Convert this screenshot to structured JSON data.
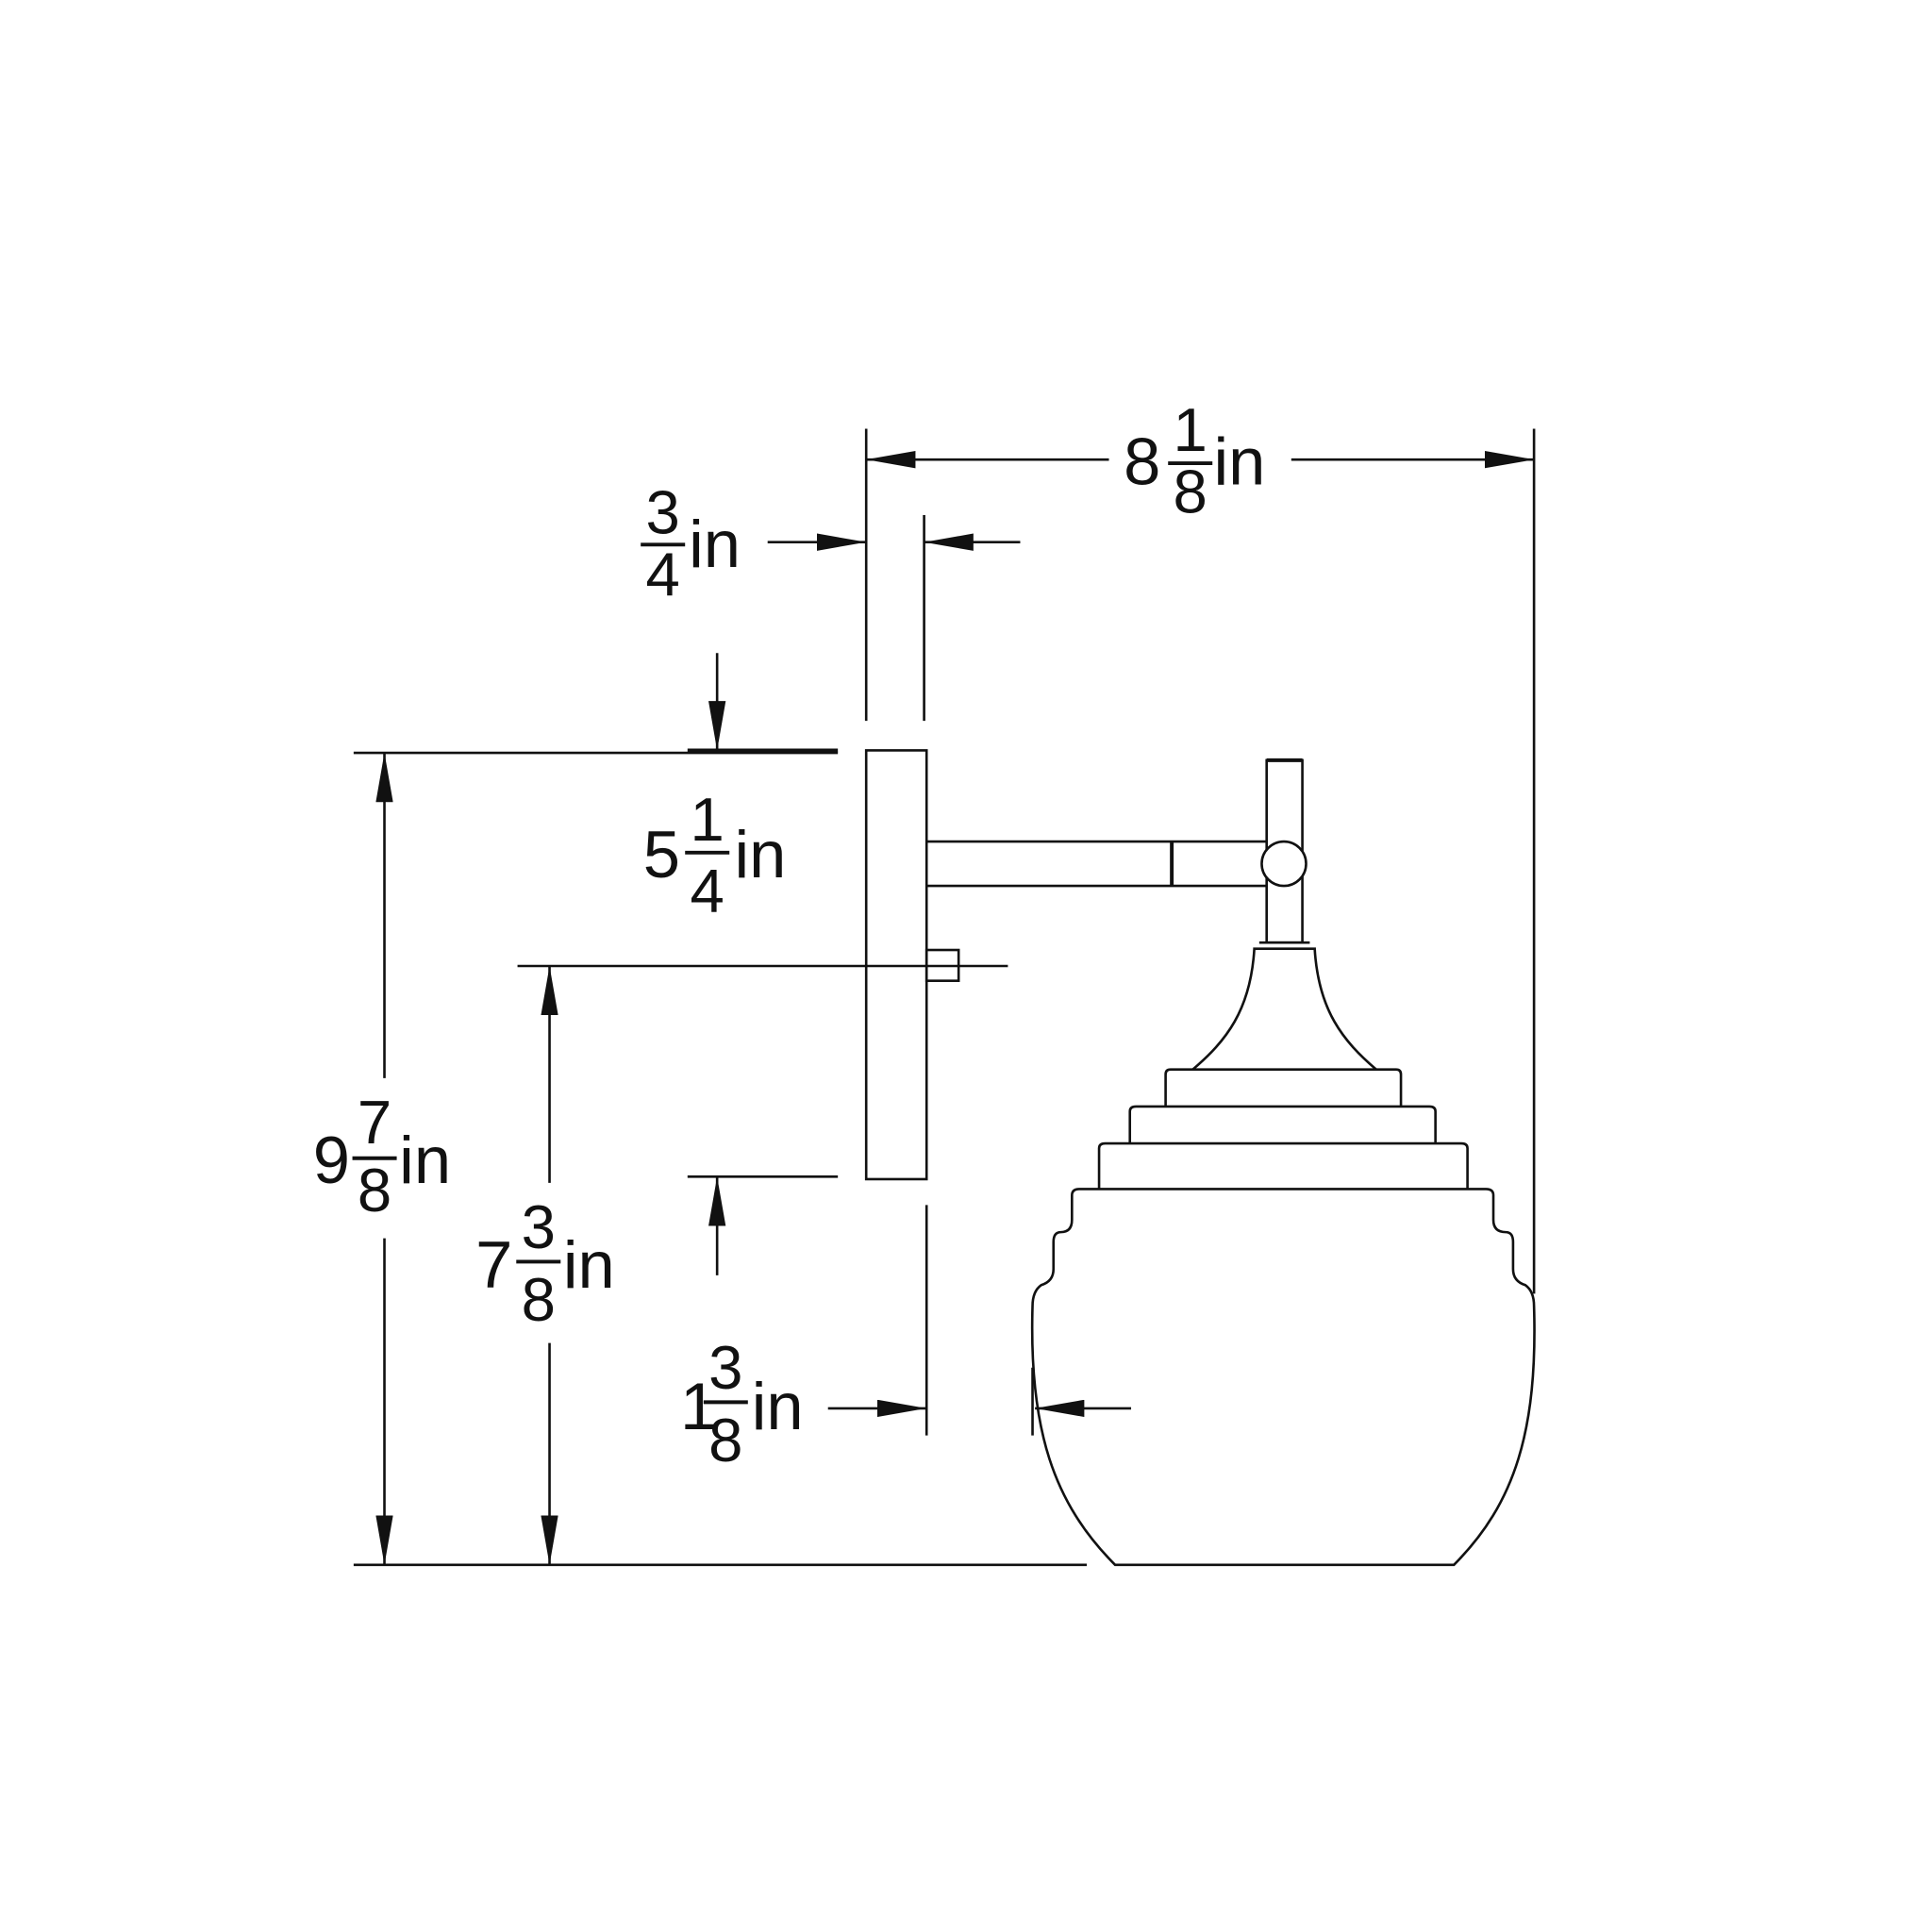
{
  "drawing": {
    "title": "Wall sconce dimension drawing",
    "line_color": "#111111",
    "background": "#ffffff"
  },
  "dimensions": {
    "overall_width": {
      "whole": "8",
      "num": "1",
      "den": "8",
      "unit": "in"
    },
    "backplate_depth": {
      "whole": "",
      "num": "3",
      "den": "4",
      "unit": "in"
    },
    "backplate_height": {
      "whole": "5",
      "num": "1",
      "den": "4",
      "unit": "in"
    },
    "overall_height": {
      "whole": "9",
      "num": "7",
      "den": "8",
      "unit": "in"
    },
    "mount_to_bottom": {
      "whole": "7",
      "num": "3",
      "den": "8",
      "unit": "in"
    },
    "wall_clearance": {
      "whole": "1",
      "num": "3",
      "den": "8",
      "unit": "in"
    }
  }
}
